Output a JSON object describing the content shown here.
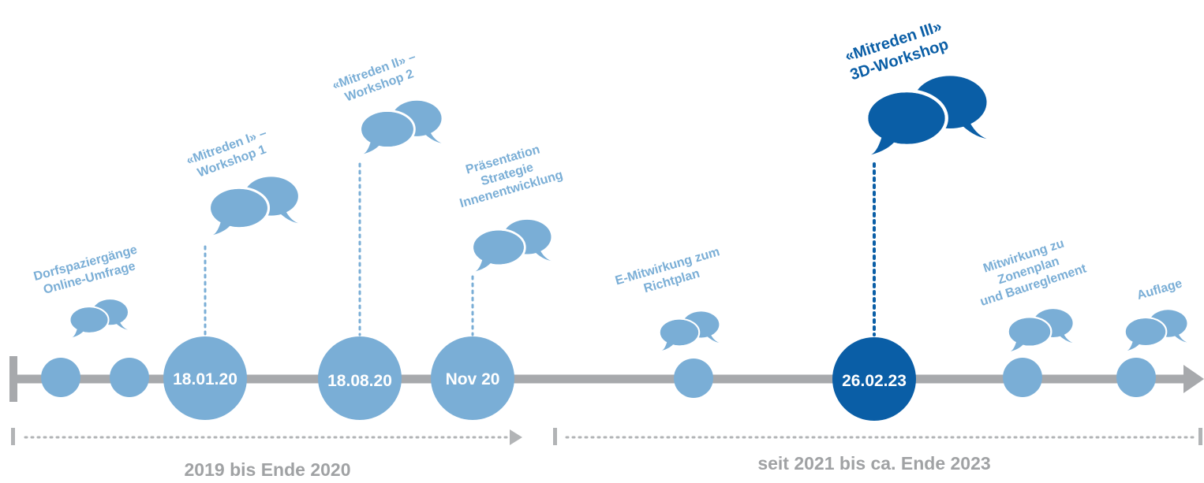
{
  "colors": {
    "light_blue": "#7aaed6",
    "dark_blue": "#0a5ea6",
    "axis_gray": "#a7a9ac",
    "dotted_light": "#7aaed6",
    "dotted_dark": "#0a5ea6",
    "bracket_gray": "#b2b4b6",
    "phase_label_gray": "#a0a2a4"
  },
  "events": [
    {
      "id": "e1",
      "date_label": "",
      "title": "Dorfspaziergänge\nOnline-Umfrage",
      "highlight": false,
      "kind": "small"
    },
    {
      "id": "e2",
      "date_label": "",
      "title": "",
      "highlight": false,
      "kind": "small"
    },
    {
      "id": "e3",
      "date_label": "18.01.20",
      "title": "«Mitreden I» –\nWorkshop 1",
      "highlight": false,
      "kind": "large"
    },
    {
      "id": "e4",
      "date_label": "18.08.20",
      "title": "«Mitreden II» –\nWorkshop 2",
      "highlight": false,
      "kind": "large"
    },
    {
      "id": "e5",
      "date_label": "Nov 20",
      "title": "Präsentation\nStrategie\nInnenentwicklung",
      "highlight": false,
      "kind": "large"
    },
    {
      "id": "e6",
      "date_label": "",
      "title": "E-Mitwirkung zum\nRichtplan",
      "highlight": false,
      "kind": "small"
    },
    {
      "id": "e7",
      "date_label": "26.02.23",
      "title": "«Mitreden III»\n3D-Workshop",
      "highlight": true,
      "kind": "large"
    },
    {
      "id": "e8",
      "date_label": "",
      "title": "Mitwirkung zu\nZonenplan\nund Baureglement",
      "highlight": false,
      "kind": "small"
    },
    {
      "id": "e9",
      "date_label": "",
      "title": "Auflage",
      "highlight": false,
      "kind": "small"
    }
  ],
  "phases": [
    {
      "id": "p1",
      "label": "2019 bis Ende 2020"
    },
    {
      "id": "p2",
      "label": "seit 2021 bis ca. Ende 2023"
    }
  ]
}
